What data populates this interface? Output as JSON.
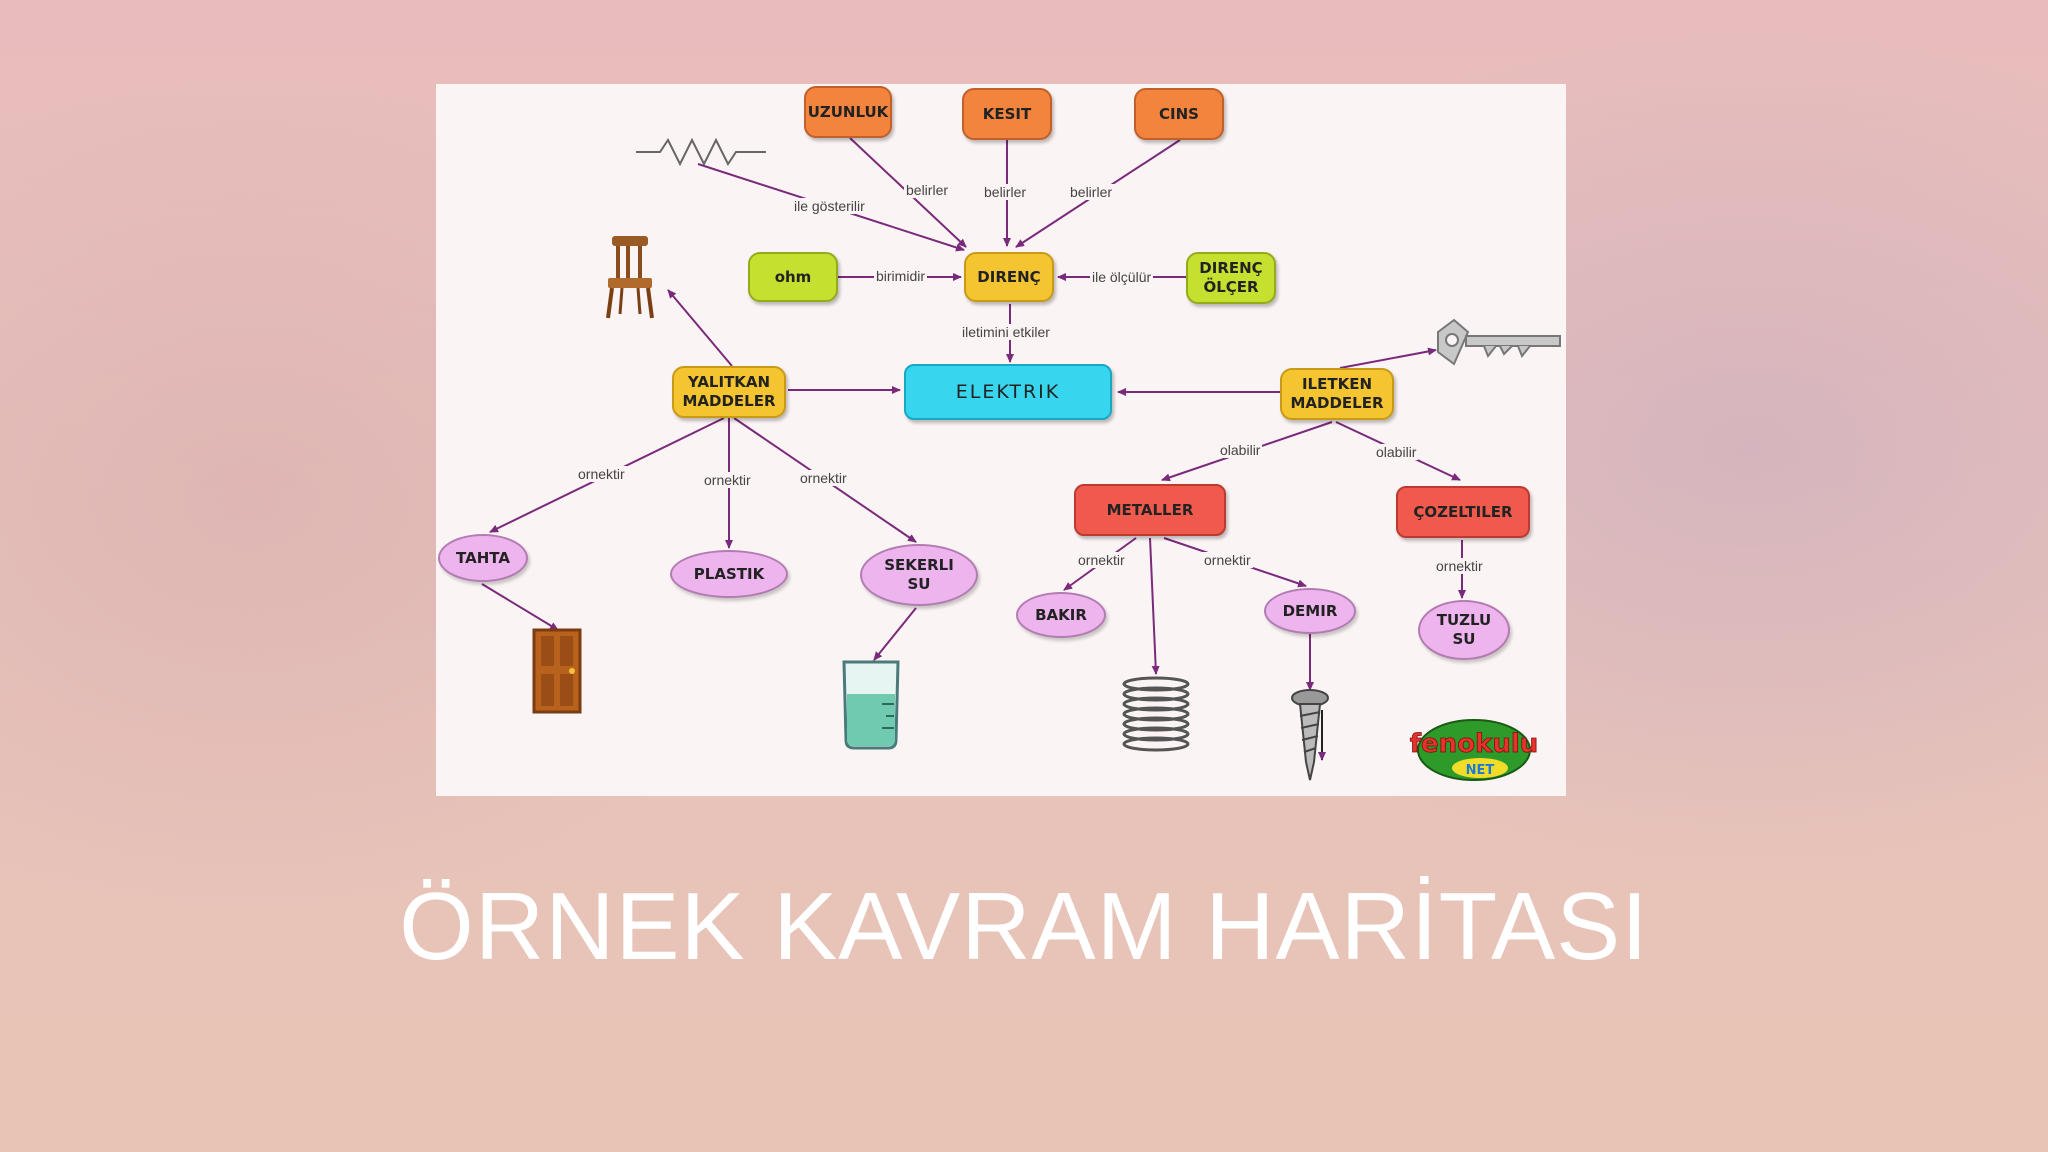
{
  "title": "ÖRNEK KAVRAM HARİTASI",
  "colors": {
    "orange": "#f2843e",
    "yellow": "#f5c431",
    "lime": "#c6e030",
    "red": "#ef5a4c",
    "cyan": "#38d6ee",
    "pink": "#eeb4ee",
    "arrow": "#7a2a7a"
  },
  "nodes": {
    "uzunluk": "UZUNLUK",
    "kesit": "KESIT",
    "cins": "CINS",
    "ohm": "ohm",
    "direnc": "DIRENÇ",
    "direnc_olcer": "DIRENÇ\nÖLÇER",
    "elektrik": "ELEKTRIK",
    "yalitkan": "YALITKAN\nMADDELER",
    "iletken": "ILETKEN\nMADDELER",
    "metaller": "METALLER",
    "cozeltiler": "ÇOZELTILER",
    "tahta": "TAHTA",
    "plastik": "PLASTIK",
    "sekerli_su": "SEKERLI\nSU",
    "bakir": "BAKIR",
    "demir": "DEMIR",
    "tuzlu_su": "TUZLU\nSU"
  },
  "links": {
    "ile_gosterilir": "ile gösterilir",
    "belirler_1": "belirler",
    "belirler_2": "belirler",
    "belirler_3": "belirler",
    "birimidir": "birimidir",
    "ile_olculur": "ile ölçülür",
    "iletimini_etkiler": "iletimini etkiler",
    "ornektir_1": "ornektir",
    "ornektir_2": "ornektir",
    "ornektir_3": "ornektir",
    "olabilir_1": "olabilir",
    "olabilir_2": "olabilir",
    "ornektir_4": "ornektir",
    "ornektir_5": "ornektir",
    "ornektir_6": "ornektir"
  },
  "logo": {
    "line1": "fenokulu",
    "line2": "NET"
  },
  "icons": [
    "resistor-icon",
    "chair-icon",
    "key-icon",
    "door-icon",
    "beaker-icon",
    "coil-icon",
    "nail-icon",
    "logo-icon"
  ]
}
